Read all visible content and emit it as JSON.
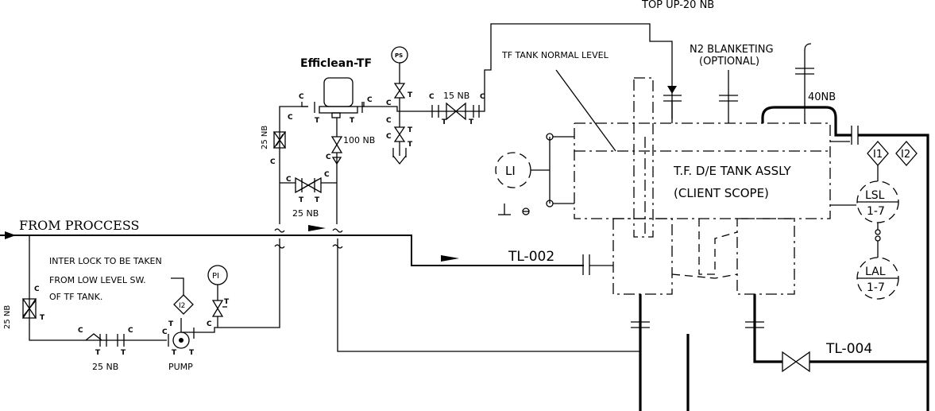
{
  "labels": {
    "top_up": "TOP UP-20 NB",
    "n2_blanketing_1": "N2 BLANKETING",
    "n2_blanketing_2": "(OPTIONAL)",
    "tf_tank_normal_level": "TF TANK NORMAL LEVEL",
    "size_40nb": "40NB",
    "efficlean": "Efficlean-TF",
    "ps": "PS",
    "size_15nb": "15 NB",
    "size_100nb": "100 NB",
    "size_25nb_vertical_upper": "25 NB",
    "size_25nb_bypass": "25 NB",
    "from_process": "FROM PROCCESS",
    "interlock_1": "INTER LOCK TO BE TAKEN",
    "interlock_2": "FROM LOW LEVEL SW.",
    "interlock_3": "OF TF TANK.",
    "pi": "PI",
    "i2_small": "I2",
    "pump": "PUMP",
    "size_25nb_bottom": "25 NB",
    "size_25nb_vertical_lower": "25 NB",
    "tl_002": "TL-002",
    "tl_004": "TL-004",
    "li": "LI",
    "tank_title_1": "T.F. D/E TANK ASSLY",
    "tank_title_2": "(CLIENT SCOPE)",
    "i1": "I1",
    "i2": "I2",
    "lsl": "LSL",
    "lsl_range": "1-7",
    "lal": "LAL",
    "lal_range": "1-7",
    "c": "C",
    "t": "T"
  }
}
